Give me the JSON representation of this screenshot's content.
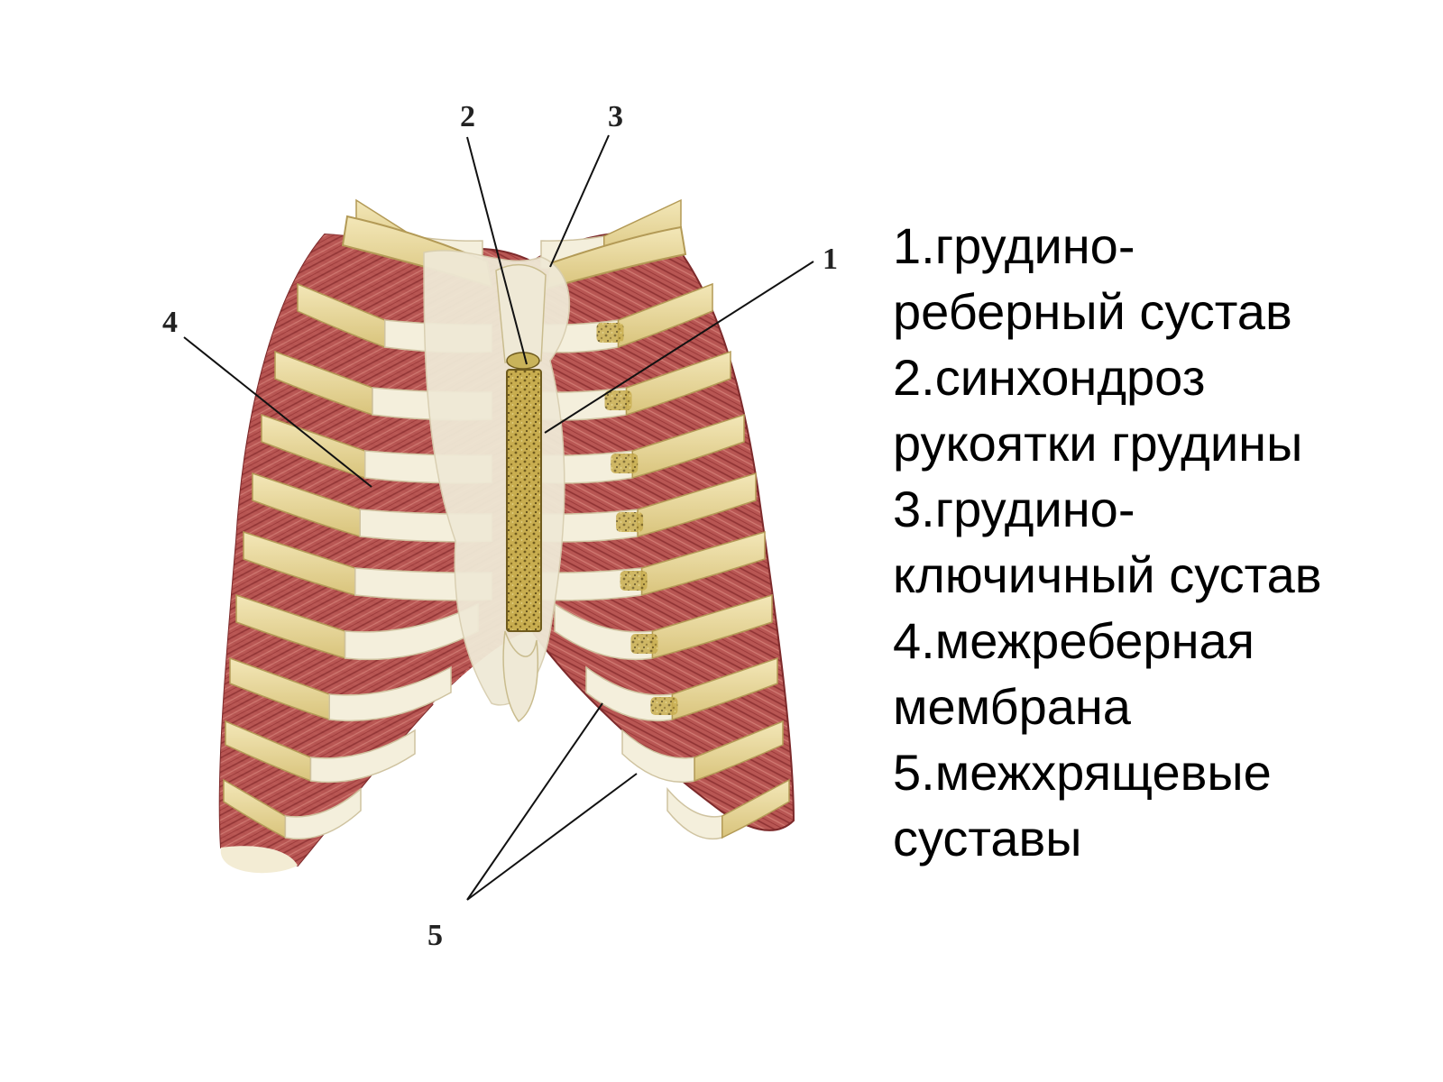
{
  "figure": {
    "callouts": [
      {
        "id": "1",
        "label": "1"
      },
      {
        "id": "2",
        "label": "2"
      },
      {
        "id": "3",
        "label": "3"
      },
      {
        "id": "4",
        "label": "4"
      },
      {
        "id": "5",
        "label": "5"
      }
    ]
  },
  "legend": [
    {
      "lines": [
        "1.грудино-",
        "реберный сустав"
      ]
    },
    {
      "lines": [
        "2.синхондроз",
        "рукоятки грудины"
      ]
    },
    {
      "lines": [
        "3.грудино-",
        "ключичный сустав"
      ]
    },
    {
      "lines": [
        "4.межреберная",
        "мембрана"
      ]
    },
    {
      "lines": [
        "5.межхрящевые",
        "суставы"
      ]
    }
  ],
  "colors": {
    "muscle": "#b5504f",
    "muscle_dark": "#8a2e30",
    "bone": "#e9d9a3",
    "cartilage": "#f4efdc",
    "sternum": "#c9b35a",
    "ligament": "#efe9d6"
  }
}
